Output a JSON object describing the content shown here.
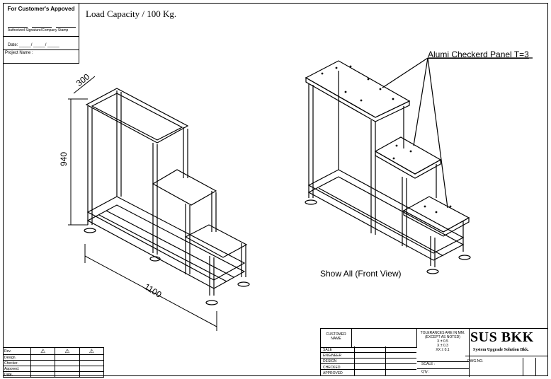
{
  "approval": {
    "header": "For Customer's  Appoved",
    "signature_label": "Authorized Signature/Company Stamp",
    "date_label": "Date: _____/ _____/ _____",
    "project_label": "Project Name :"
  },
  "load_capacity": "Load Capacity / 100 Kg.",
  "callout": "Alumi Checkerd Panel T=3",
  "view_label": "Show All (Front View)",
  "dimensions": {
    "depth": "300",
    "height": "940",
    "length": "1100"
  },
  "revision": {
    "rows": [
      "Rev.",
      "Design.",
      "Checker.",
      "Appoved.",
      "Date."
    ],
    "markers": [
      "⚠",
      "⚠",
      "⚠"
    ]
  },
  "title_block": {
    "customer_name": "CUSTOMER NAME",
    "roles": [
      "SALE",
      "ENGINEER",
      "DESIGN",
      "CHECKED",
      "APPROVED"
    ],
    "tolerance_title": "TOLERANCES ARE IN MM.",
    "tolerance_note": "(EXCEPT AS NOTED)",
    "tolerances": [
      "X   ±  0.5",
      "X   ±  0.3",
      "XX  ±  0.1"
    ],
    "scale_label": "SCALE :",
    "qty_label": "Q'ty :",
    "dwg_label": "DWG.NO.",
    "brand": "SUS BKK",
    "brand_sub": "System Upgrade Solution Bkk."
  }
}
